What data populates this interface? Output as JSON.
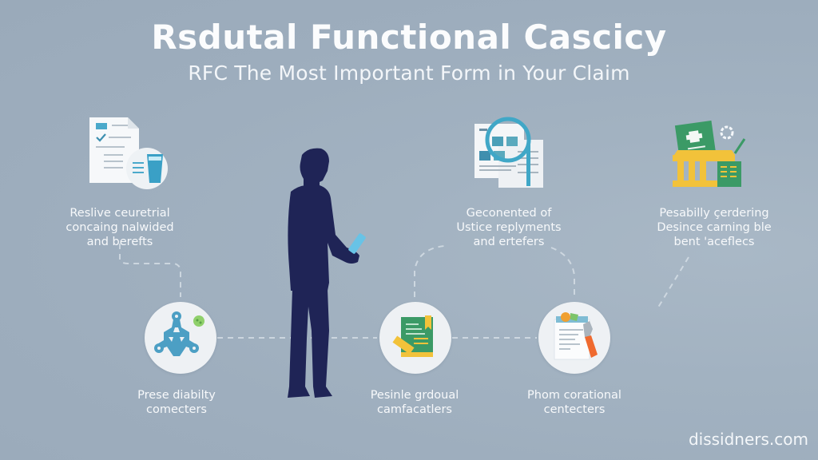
{
  "header": {
    "title": "Rsdutal Functional Cascicy",
    "subtitle": "RFC The Most Important Form in Your Claim"
  },
  "top_items": [
    {
      "icon": "document-with-glass-icon",
      "lines": [
        "Reslive ceuretrial",
        "concaing nalwided",
        "and berefts"
      ]
    },
    {
      "icon": "documents-magnifier-icon",
      "lines": [
        "Geconented of",
        "Ustice replyments",
        "and ertefers"
      ]
    },
    {
      "icon": "bank-with-documents-icon",
      "lines": [
        "Pesabilly çerdering",
        "Desince carning ble",
        "bent 'aceflecs"
      ]
    }
  ],
  "bottom_items": [
    {
      "icon": "network-molecule-icon",
      "lines": [
        "Prese diabilty",
        "comecters"
      ]
    },
    {
      "icon": "green-notebook-icon",
      "lines": [
        "Pesinle grdoual",
        "camfacatlers"
      ]
    },
    {
      "icon": "clipboard-hand-icon",
      "lines": [
        "Phom corational",
        "centecters"
      ]
    }
  ],
  "figure": {
    "icon": "person-holding-phone-silhouette"
  },
  "watermark": "dissidners.com",
  "colors": {
    "background": "#a0b0bf",
    "figure": "#1f2456",
    "accent_blue": "#49a8c9",
    "accent_green": "#3e9c68",
    "accent_yellow": "#f2c23a",
    "accent_orange": "#ef6a2f"
  }
}
